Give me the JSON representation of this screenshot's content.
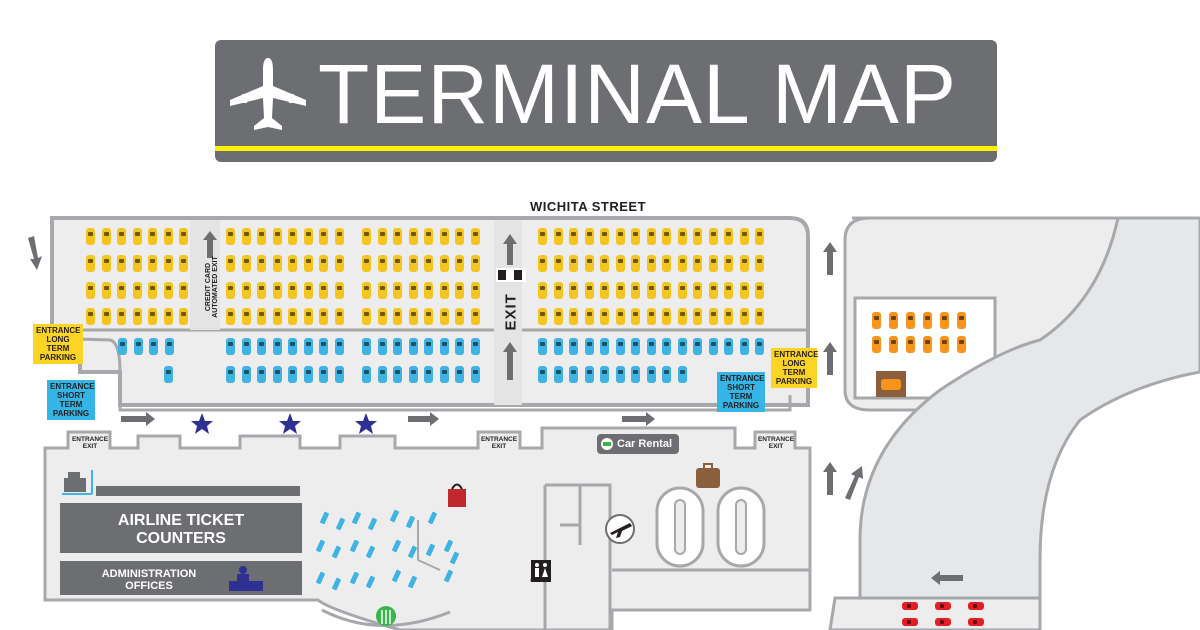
{
  "title": "TERMINAL MAP",
  "street": "WICHITA STREET",
  "exit_label": "EXIT",
  "credit_card_exit": [
    "CREDIT CARD",
    "AUTOMATED EXIT"
  ],
  "signs": {
    "entrance_long_left": "ENTRANCE LONG TERM PARKING",
    "entrance_short_left": "ENTRANCE SHORT TERM PARKING",
    "entrance_short_right": "ENTRANCE SHORT TERM PARKING",
    "entrance_long_right": "ENTRANCE LONG TERM PARKING"
  },
  "doors": [
    "ENTRANCE EXIT",
    "ENTRANCE EXIT",
    "ENTRANCE EXIT"
  ],
  "car_rental": "Car Rental",
  "areas": {
    "ticket_counters": [
      "AIRLINE TICKET",
      "COUNTERS"
    ],
    "admin_offices": [
      "ADMINISTRATION",
      "OFFICES"
    ]
  },
  "icons": [
    "airplane-icon",
    "credit-card-booth-icon",
    "star-icon",
    "car-rental-icon",
    "shopping-bag-icon",
    "baggage-icon",
    "departures-icon",
    "restroom-icon",
    "dining-icon",
    "luggage-cart-icon",
    "desk-person-icon",
    "car-icon"
  ],
  "colors": {
    "banner": "#6d6e71",
    "banner_stripe": "#fff200",
    "long_term_car": "#f4c41f",
    "short_term_car": "#3fb3e3",
    "rental_car": "#f7941d",
    "employee_car": "#e31e24",
    "star": "#2e3192",
    "lot_fill": "#ededee",
    "lot_border": "#a6a8ab"
  }
}
